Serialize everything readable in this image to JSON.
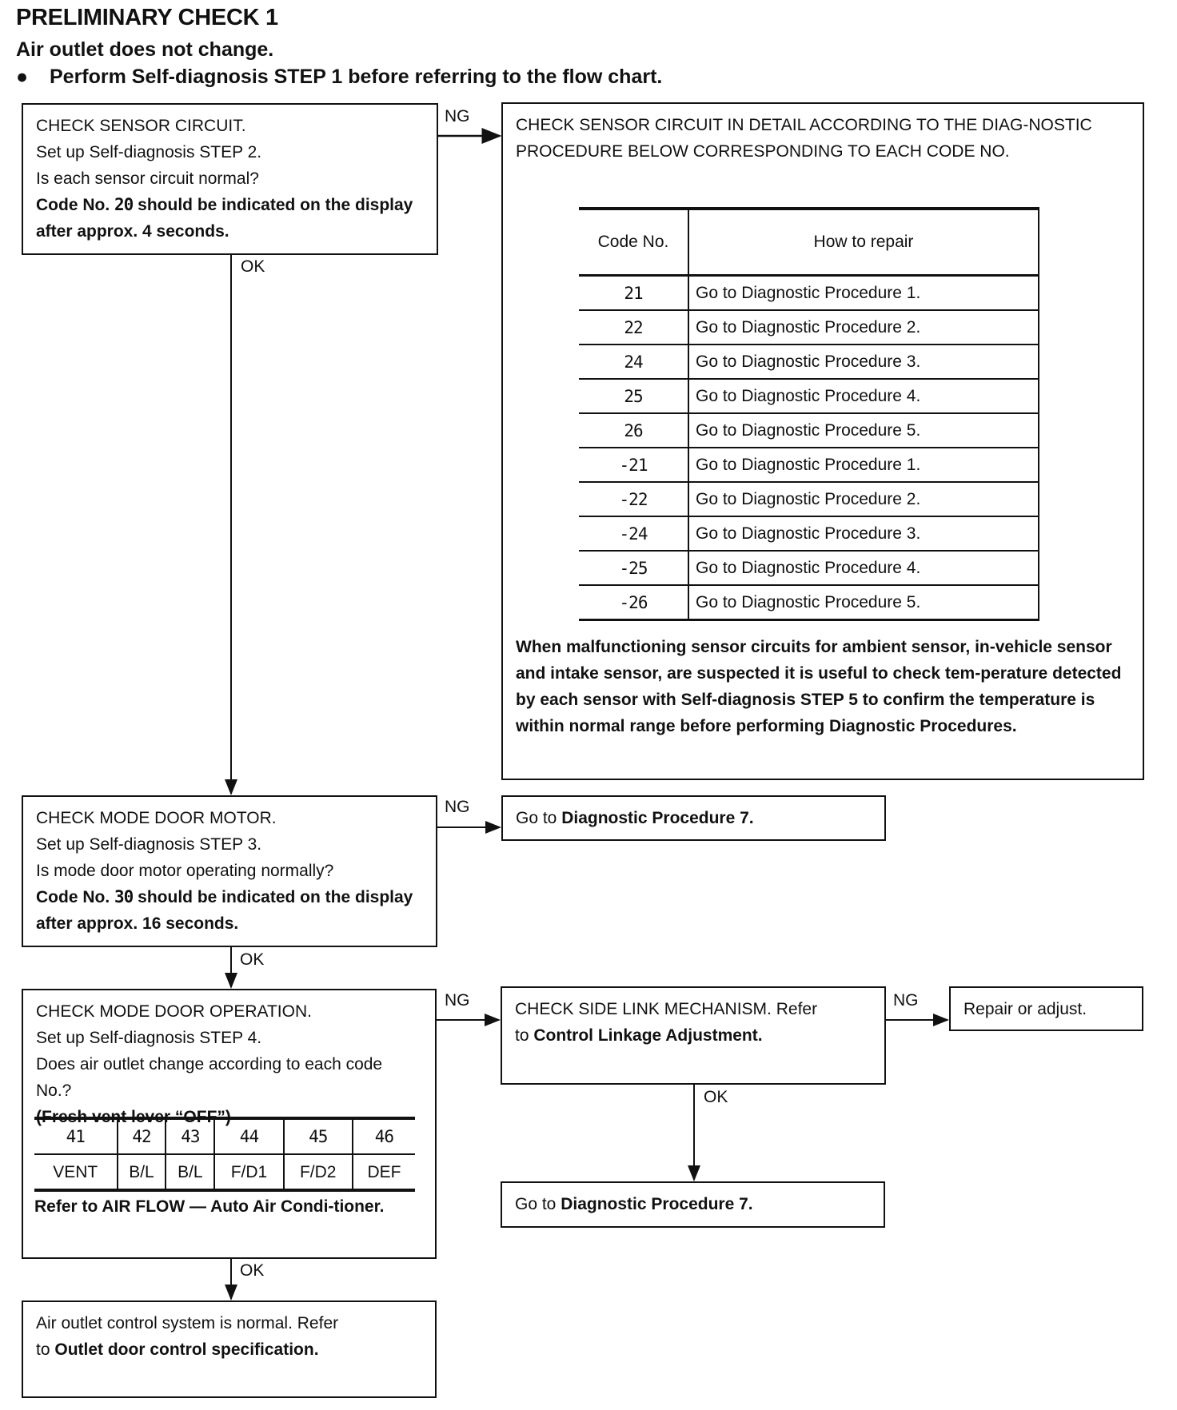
{
  "header": {
    "title": "PRELIMINARY CHECK 1",
    "subtitle": "Air outlet does not change.",
    "note": "Perform Self-diagnosis STEP 1 before referring to the flow chart."
  },
  "box1": {
    "line1": "CHECK SENSOR CIRCUIT.",
    "line2": "Set up Self-diagnosis STEP 2.",
    "line3": "Is each sensor circuit normal?",
    "bold_pre": "Code No.",
    "code": "20",
    "bold_post": "should be indicated on the display after approx. 4 seconds."
  },
  "box_detail": {
    "text": "CHECK SENSOR CIRCUIT IN DETAIL ACCORDING TO THE DIAG-NOSTIC PROCEDURE BELOW CORRESPONDING TO EACH CODE NO.",
    "table": {
      "headers": [
        "Code No.",
        "How to repair"
      ],
      "rows": [
        {
          "code": "21",
          "repair": "Go to Diagnostic Procedure 1."
        },
        {
          "code": "22",
          "repair": "Go to Diagnostic Procedure 2."
        },
        {
          "code": "24",
          "repair": "Go to Diagnostic Procedure 3."
        },
        {
          "code": "25",
          "repair": "Go to Diagnostic Procedure 4."
        },
        {
          "code": "26",
          "repair": "Go to Diagnostic Procedure 5."
        },
        {
          "code": "-21",
          "repair": "Go to Diagnostic Procedure 1."
        },
        {
          "code": "-22",
          "repair": "Go to Diagnostic Procedure 2."
        },
        {
          "code": "-24",
          "repair": "Go to Diagnostic Procedure 3."
        },
        {
          "code": "-25",
          "repair": "Go to Diagnostic Procedure 4."
        },
        {
          "code": "-26",
          "repair": "Go to Diagnostic Procedure 5."
        }
      ]
    },
    "note": "When malfunctioning sensor circuits for ambient sensor, in-vehicle sensor and intake sensor, are suspected it is useful to check tem-perature detected by each sensor with Self-diagnosis STEP 5 to confirm the temperature is within normal range before performing Diagnostic Procedures."
  },
  "box2": {
    "line1": "CHECK MODE DOOR MOTOR.",
    "line2": "Set up Self-diagnosis STEP 3.",
    "line3": "Is mode door motor operating normally?",
    "bold_pre": "Code No.",
    "code": "30",
    "bold_post": "should be indicated on the display after approx. 16 seconds."
  },
  "box_dp7a": {
    "pre": "Go to",
    "bold": "Diagnostic Procedure 7."
  },
  "box3": {
    "line1": "CHECK MODE DOOR OPERATION.",
    "line2": "Set up Self-diagnosis STEP 4.",
    "line3": "Does air outlet change according to each code No.?",
    "bold": "(Fresh vent lever “OFF”)",
    "codes": [
      "41",
      "42",
      "43",
      "44",
      "45",
      "46"
    ],
    "modes": [
      "VENT",
      "B/L",
      "B/L",
      "F/D1",
      "F/D2",
      "DEF"
    ],
    "refer": "Refer to AIR FLOW — Auto Air Condi-tioner."
  },
  "box_side": {
    "line1": "CHECK SIDE LINK MECHANISM. Refer",
    "pre": "to",
    "bold": "Control Linkage Adjustment."
  },
  "box_repair": {
    "text": "Repair or adjust."
  },
  "box_dp7b": {
    "pre": "Go to",
    "bold": "Diagnostic Procedure 7."
  },
  "box_final": {
    "line1": "Air outlet control system is normal. Refer",
    "pre": "to",
    "bold": "Outlet door control specification."
  },
  "labels": {
    "ng": "NG",
    "ok": "OK"
  }
}
